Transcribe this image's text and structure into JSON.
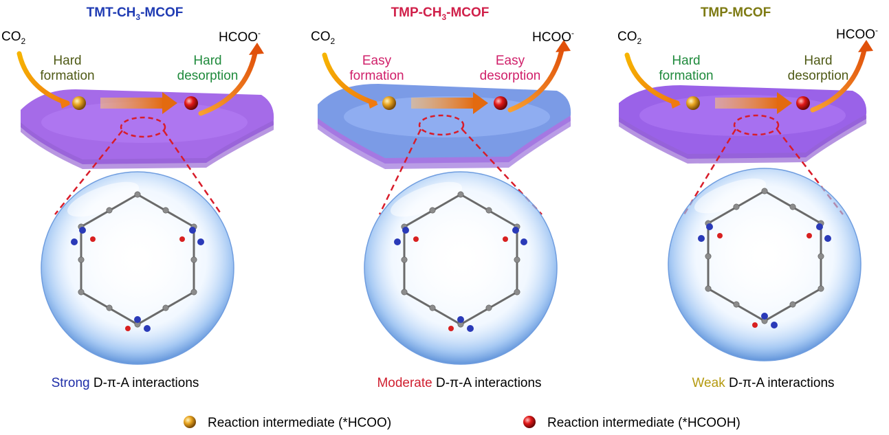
{
  "panels": [
    {
      "title_main": "TMT-CH",
      "title_sub": "3",
      "title_tail": "-MCOF",
      "title_color": "#1f3bb3",
      "co2_main": "CO",
      "co2_sub": "2",
      "formation_l1": "Hard",
      "formation_l2": "formation",
      "formation_color": "#4f5a16",
      "desorption_l1": "Hard",
      "desorption_l2": "desorption",
      "desorption_color": "#1f8a3c",
      "product_main": "HCOO",
      "product_sup": "-",
      "caption_highlight": "Strong",
      "caption_color": "#1f2ea8",
      "caption_rest": " D-π-A interactions",
      "sheet_color": "#a56be8"
    },
    {
      "title_main": "TMP-CH",
      "title_sub": "3",
      "title_tail": "-MCOF",
      "title_color": "#d0204a",
      "co2_main": "CO",
      "co2_sub": "2",
      "formation_l1": "Easy",
      "formation_l2": "formation",
      "formation_color": "#d0206a",
      "desorption_l1": "Easy",
      "desorption_l2": "desorption",
      "desorption_color": "#d0206a",
      "product_main": "HCOO",
      "product_sup": "-",
      "caption_highlight": "Moderate",
      "caption_color": "#d02030",
      "caption_rest": " D-π-A interactions",
      "sheet_color": "#7b9be6"
    },
    {
      "title_main": "TMP-MCOF",
      "title_sub": "",
      "title_tail": "",
      "title_color": "#7d7a12",
      "co2_main": "CO",
      "co2_sub": "2",
      "formation_l1": "Hard",
      "formation_l2": "formation",
      "formation_color": "#1f8a3c",
      "desorption_l1": "Hard",
      "desorption_l2": "desorption",
      "desorption_color": "#4f5a16",
      "product_main": "HCOO",
      "product_sup": "-",
      "caption_highlight": "Weak",
      "caption_color": "#b59a10",
      "caption_rest": " D-π-A interactions",
      "sheet_color": "#9a62e8"
    }
  ],
  "legend": {
    "item1": "Reaction intermediate (*HCOO)",
    "item2": "Reaction intermediate (*HCOOH)",
    "item1_color": "#e0a020",
    "item2_color": "#d81818"
  }
}
